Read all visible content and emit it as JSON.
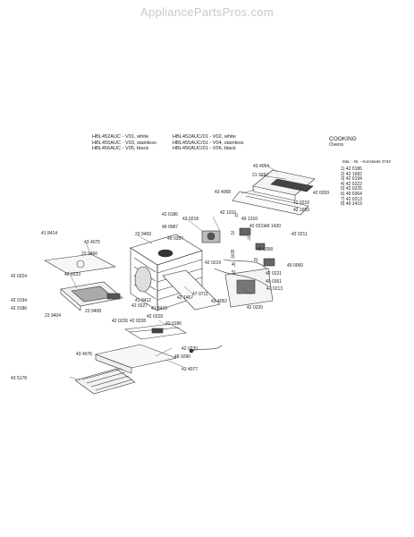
{
  "watermark": "AppliancePartsPros.com",
  "models": {
    "left": [
      "HBL452AUC - V01, white",
      "HBL455AUC - V03, stainless",
      "HBL456AUC - V05, black"
    ],
    "right": [
      "HBL452AUC/01 - V02, white",
      "HBL455AUC/01 - V04, stainless",
      "HBL456AUC/01 - V06, black"
    ]
  },
  "category": {
    "title": "COOKING",
    "subtitle": "Ovens"
  },
  "reference": {
    "header": "Mat. - Nr. - Konstante 3740",
    "items": [
      "1) 42 0186",
      "2) 42 1682",
      "3) 42 0194",
      "4) 42 0222",
      "5) 42 0225",
      "6) 49 0364",
      "7) 42 0213",
      "8) 49 1419"
    ]
  },
  "part_labels": [
    {
      "id": "p434064",
      "text": "43 4064"
    },
    {
      "id": "p219292",
      "text": "21 9292"
    },
    {
      "id": "p434068",
      "text": "43 4068"
    },
    {
      "id": "p420209",
      "text": "42 0209"
    },
    {
      "id": "p420210",
      "text": "42 0210"
    },
    {
      "id": "p421653",
      "text": "42 1653"
    },
    {
      "id": "p421010",
      "text": "42 1010"
    },
    {
      "id": "p420186a",
      "text": "42 0186"
    },
    {
      "id": "p420218",
      "text": "42 0218"
    },
    {
      "id": "p491310",
      "text": "49 1310"
    },
    {
      "id": "p420211a",
      "text": "42 0211"
    },
    {
      "id": "p491420",
      "text": "49 1420"
    },
    {
      "id": "p420211b",
      "text": "42 0211"
    },
    {
      "id": "p490987",
      "text": "49 0987"
    },
    {
      "id": "p490357",
      "text": "49 0357"
    },
    {
      "id": "p239469",
      "text": "23 9469"
    },
    {
      "id": "p418414",
      "text": "41 8414"
    },
    {
      "id": "p434075",
      "text": "43 4075"
    },
    {
      "id": "p239400",
      "text": "23 9400"
    },
    {
      "id": "p420224",
      "text": "42 0224"
    },
    {
      "id": "p420223",
      "text": "42 0223"
    },
    {
      "id": "p420194",
      "text": "42 0194"
    },
    {
      "id": "p420186b",
      "text": "42 0186"
    },
    {
      "id": "p239404",
      "text": "23 9404"
    },
    {
      "id": "p239408",
      "text": "23 9408"
    },
    {
      "id": "p490358",
      "text": "49 0358"
    },
    {
      "id": "p490060",
      "text": "49 0060"
    },
    {
      "id": "p420219",
      "text": "42 0219"
    },
    {
      "id": "p420221",
      "text": "42 0221"
    },
    {
      "id": "p490361",
      "text": "49 0361"
    },
    {
      "id": "p420213",
      "text": "42 0213"
    },
    {
      "id": "p420220",
      "text": "42 0220"
    },
    {
      "id": "p434052",
      "text": "43 4052"
    },
    {
      "id": "p477711",
      "text": "47 0711"
    },
    {
      "id": "p421467",
      "text": "42 1467"
    },
    {
      "id": "p418412",
      "text": "41 8412"
    },
    {
      "id": "p420227",
      "text": "42 0227"
    },
    {
      "id": "p418415",
      "text": "41 8415"
    },
    {
      "id": "p420229",
      "text": "42 0229"
    },
    {
      "id": "p420226",
      "text": "42 0226"
    },
    {
      "id": "p420228",
      "text": "42 0228"
    },
    {
      "id": "p420186c",
      "text": "42 0186"
    },
    {
      "id": "p489290",
      "text": "48 9290"
    },
    {
      "id": "p434076",
      "text": "43 4076"
    },
    {
      "id": "p420230",
      "text": "42 0230"
    },
    {
      "id": "p435178",
      "text": "43 5178"
    },
    {
      "id": "p434077",
      "text": "43 4077"
    }
  ],
  "callouts": [
    "1)",
    "2)",
    "3)",
    "4)",
    "5)",
    "6)",
    "7)",
    "8)"
  ]
}
